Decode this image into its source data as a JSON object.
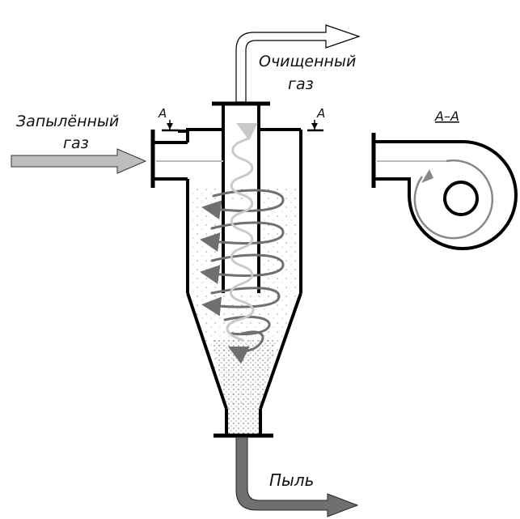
{
  "labels": {
    "clean_gas_line1": "Очищенный",
    "clean_gas_line2": "газ",
    "dusty_gas_line1": "Запылённый",
    "dusty_gas_line2": "газ",
    "dust": "Пыль",
    "section_mark_left": "A",
    "section_mark_right": "A",
    "section_title": "A–A"
  },
  "colors": {
    "outline": "#000000",
    "inlet_arrow": "#bdbdbd",
    "outlet_arrow_top": "#ffffff",
    "dust_arrow": "#707070",
    "spiral_dark": "#6f6f6f",
    "spiral_light": "#c9c9c9",
    "dust_stipple": "#555555"
  }
}
